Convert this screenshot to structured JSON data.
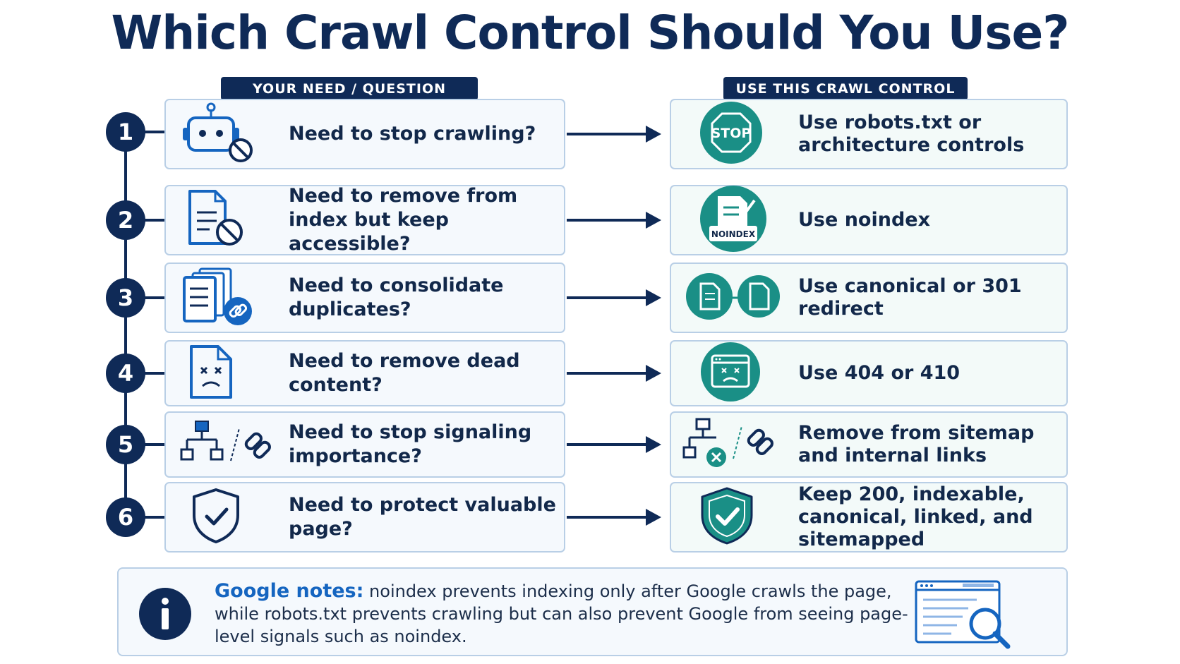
{
  "title": "Which Crawl Control Should You Use?",
  "headers": {
    "need": "YOUR NEED / QUESTION",
    "control": "USE THIS CRAWL CONTROL"
  },
  "rows": [
    {
      "number": "1",
      "need": "Need to stop crawling?",
      "control": "Use robots.txt or architecture controls",
      "need_icon": "robot-blocked-icon",
      "control_icon": "stop-sign-icon",
      "stop_label": "STOP"
    },
    {
      "number": "2",
      "need": "Need to remove from index but keep accessible?",
      "control": "Use noindex",
      "need_icon": "document-blocked-icon",
      "control_icon": "noindex-icon",
      "noindex_label": "NOINDEX"
    },
    {
      "number": "3",
      "need": "Need to consolidate duplicates?",
      "control": "Use canonical or 301 redirect",
      "need_icon": "duplicate-documents-link-icon",
      "control_icon": "document-redirect-icon"
    },
    {
      "number": "4",
      "need": "Need to remove dead content?",
      "control": "Use 404 or 410",
      "need_icon": "dead-document-icon",
      "control_icon": "error-page-icon"
    },
    {
      "number": "5",
      "need": "Need to stop signaling importance?",
      "control": "Remove from sitemap and internal links",
      "need_icon": "sitemap-link-icon",
      "control_icon": "sitemap-removed-icon"
    },
    {
      "number": "6",
      "need": "Need to protect valuable page?",
      "control": "Keep 200, indexable, canonical, linked, and sitemapped",
      "need_icon": "shield-check-icon",
      "control_icon": "shield-check-filled-icon"
    }
  ],
  "note": {
    "label": "Google notes:",
    "text": " noindex prevents indexing only after Google crawls the page, while robots.txt prevents crawling but can also prevent Google from seeing page-level signals such as noindex."
  },
  "colors": {
    "navy": "#0f2a57",
    "teal": "#1a8f86",
    "blue": "#1565c0",
    "border": "#b9cfe6"
  }
}
